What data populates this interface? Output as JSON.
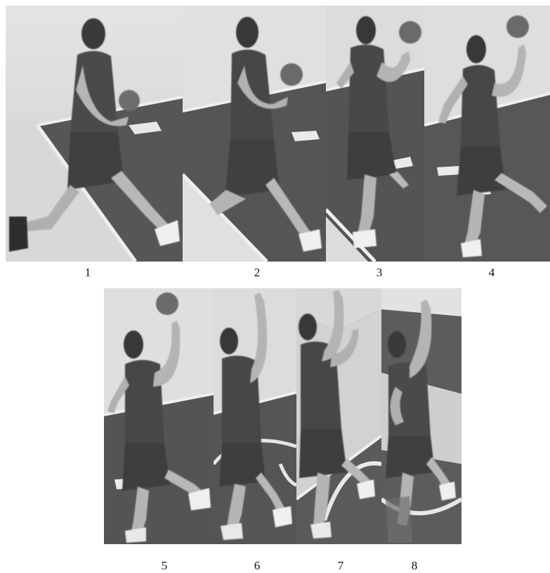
{
  "frames": [
    {
      "label": "1"
    },
    {
      "label": "2"
    },
    {
      "label": "3"
    },
    {
      "label": "4"
    },
    {
      "label": "5"
    },
    {
      "label": "6"
    },
    {
      "label": "7"
    },
    {
      "label": "8"
    }
  ]
}
